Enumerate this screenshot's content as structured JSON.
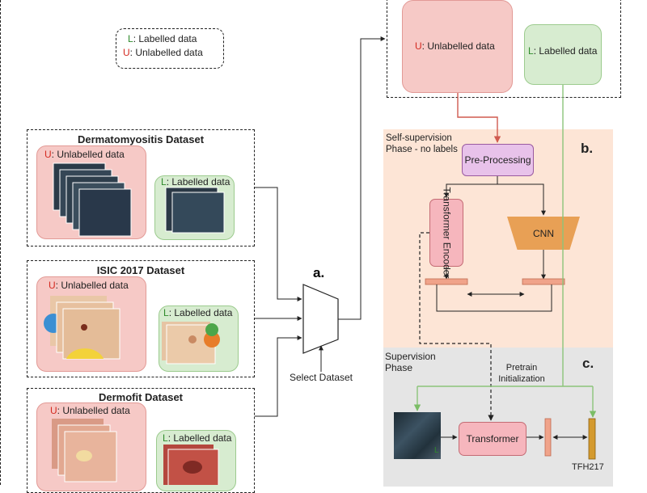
{
  "legend": {
    "l_key": "L",
    "l_text": ": Labelled data",
    "u_key": "U",
    "u_text": ": Unlabelled data"
  },
  "datasets": [
    {
      "title": "Dermatomyositis Dataset",
      "u_key": "U",
      "u_text": ": Unlabelled data",
      "l_key": "L",
      "l_text": ": Labelled data"
    },
    {
      "title": "ISIC 2017 Dataset",
      "u_key": "U",
      "u_text": ": Unlabelled data",
      "l_key": "L",
      "l_text": ": Labelled data"
    },
    {
      "title": "Dermofit Dataset",
      "u_key": "U",
      "u_text": ": Unlabelled data",
      "l_key": "L",
      "l_text": ": Labelled data"
    }
  ],
  "selector": {
    "tag": "a.",
    "caption": "Select Dataset"
  },
  "selected": {
    "u_key": "U",
    "u_text": ": Unlabelled data",
    "l_key": "L",
    "l_text": ": Labelled data"
  },
  "self_supervision": {
    "tag": "b.",
    "phase": "Self-supervision Phase - no labels",
    "preprocessing": "Pre-Processing",
    "transformer_encoder": "Transformer Encoder",
    "cnn": "CNN"
  },
  "supervision": {
    "tag": "c.",
    "phase": "Supervision Phase",
    "pretrain": "Pretrain Initialization",
    "input_key": "L",
    "transformer": "Transformer",
    "output": "TFH217"
  },
  "colors": {
    "unlabelled": "#d42a20",
    "labelled": "#2f8a2b",
    "green_arrow": "#8cc47a",
    "red_arrow": "#d05a4f",
    "cnn": "#e8a055",
    "bar_pink": "#f0a38a",
    "bar_gold": "#d49a2e"
  }
}
